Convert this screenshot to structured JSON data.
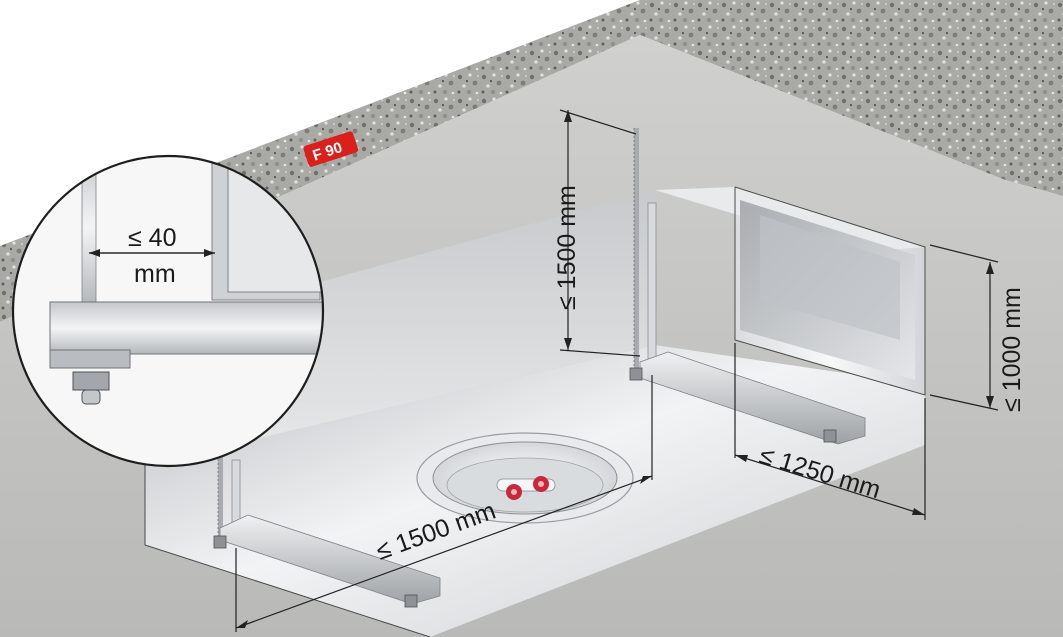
{
  "badge": {
    "label": "F 90",
    "color": "#d9201c"
  },
  "dimensions": {
    "hanger_height": "≤ 1500 mm",
    "duct_height": "≤ 1000 mm",
    "duct_width": "≤ 1250 mm",
    "support_spacing": "≤ 1500 mm"
  },
  "detail": {
    "gap_value": "≤ 40",
    "gap_unit": "mm"
  },
  "colors": {
    "concrete": "#a9aaa6",
    "ceiling_plaster": "#c4c4c2",
    "duct": "#d6d8da",
    "valve_red": "#c8283a"
  }
}
